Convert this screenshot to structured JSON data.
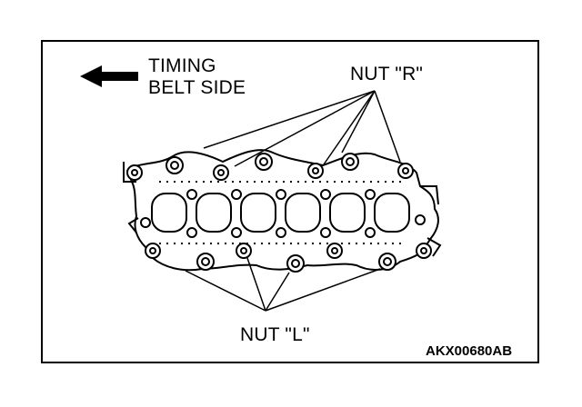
{
  "labels": {
    "timing_line1": "TIMING",
    "timing_line2": "BELT SIDE",
    "nut_r": "NUT \"R\"",
    "nut_l": "NUT \"L\"",
    "figure_code": "AKX00680AB"
  },
  "icons": {
    "direction_arrow": "arrow-left-icon"
  }
}
